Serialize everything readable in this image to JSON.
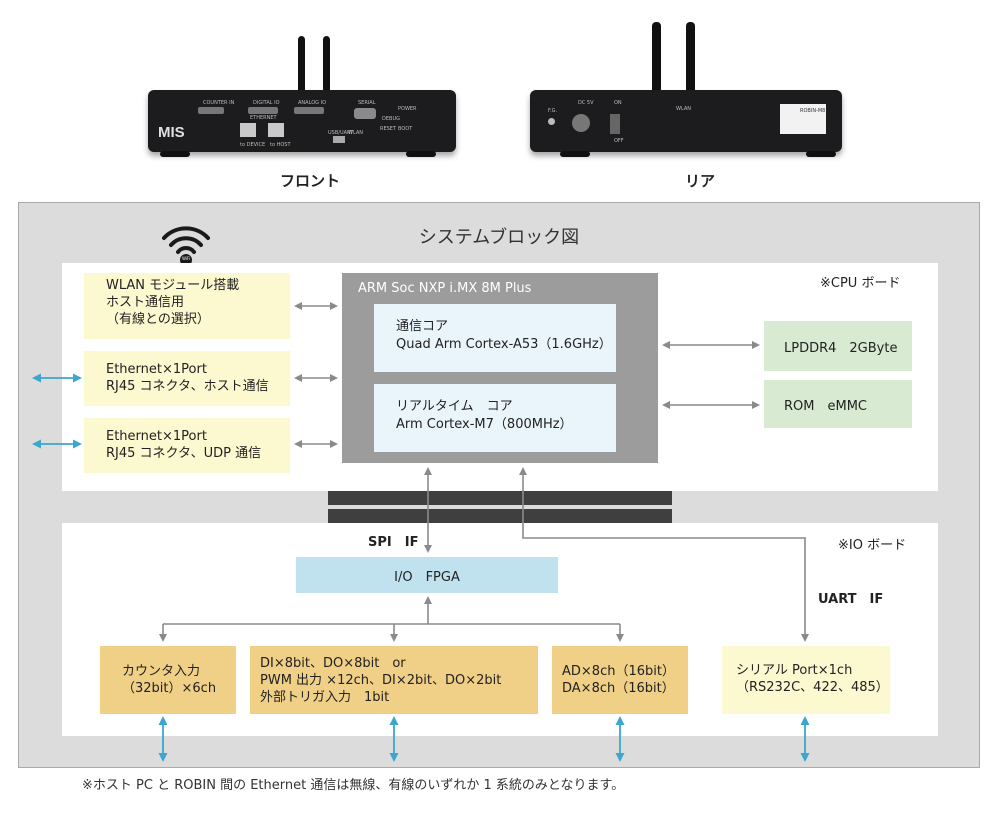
{
  "photos": {
    "front_caption": "フロント",
    "rear_caption": "リア",
    "front_logo": "MIS",
    "front_panel_labels": [
      "COUNTER IN",
      "DIGITAL IO",
      "ANALOG IO",
      "SERIAL",
      "ETHERNET",
      "to DEVICE",
      "to HOST",
      "DEBUG",
      "POWER",
      "RESET",
      "BOOT",
      "USB/UART",
      "WLAN"
    ],
    "rear_panel_labels": [
      "F.G.",
      "DC 5V",
      "ON",
      "OFF",
      "WLAN",
      "ROBIN-M8"
    ]
  },
  "diagram": {
    "title": "システムブロック図",
    "wifi_icon_text": "WiFi",
    "cpu_board_label": "※CPU ボード",
    "io_board_label": "※IO ボード",
    "wlan_box": [
      "WLAN モジュール搭載",
      "ホスト通信用",
      "（有線との選択）"
    ],
    "eth_host_box": [
      "Ethernet×1Port",
      "RJ45 コネクタ、ホスト通信"
    ],
    "eth_udp_box": [
      "Ethernet×1Port",
      "RJ45 コネクタ、UDP 通信"
    ],
    "soc_title": "ARM Soc NXP i.MX 8M Plus",
    "comm_core": [
      "通信コア",
      "Quad Arm Cortex-A53（1.6GHz）"
    ],
    "rt_core": [
      "リアルタイム　コア",
      "Arm Cortex-M7（800MHz）"
    ],
    "lpddr": "LPDDR4　2GByte",
    "rom": "ROM　eMMC",
    "spi_label": "SPI　IF",
    "uart_label": "UART　IF",
    "fpga": "I/O　FPGA",
    "counter_box": [
      "カウンタ入力",
      "（32bit）×6ch"
    ],
    "dio_box": [
      "DI×8bit、DO×8bit　or",
      "PWM 出力 ×12ch、DI×2bit、DO×2bit",
      "外部トリガ入力　1bit"
    ],
    "ad_box": [
      "AD×8ch（16bit）",
      "DA×8ch（16bit）"
    ],
    "serial_box": [
      "シリアル Port×1ch",
      "（RS232C、422、485）"
    ]
  },
  "footnote": "※ホスト PC と ROBIN 間の Ethernet 通信は無線、有線のいずれか 1 系統のみとなります。",
  "colors": {
    "arrow_gray": "#8a8a8a",
    "arrow_blue": "#3ba6cf",
    "box_yellow": "#fcf8cf",
    "box_blue": "#eaf5fb",
    "box_green": "#d9ead3",
    "box_tan": "#f0cf86",
    "fpga": "#bfe2ee",
    "soc": "#9c9c9c",
    "connector": "#3f3f3f"
  }
}
